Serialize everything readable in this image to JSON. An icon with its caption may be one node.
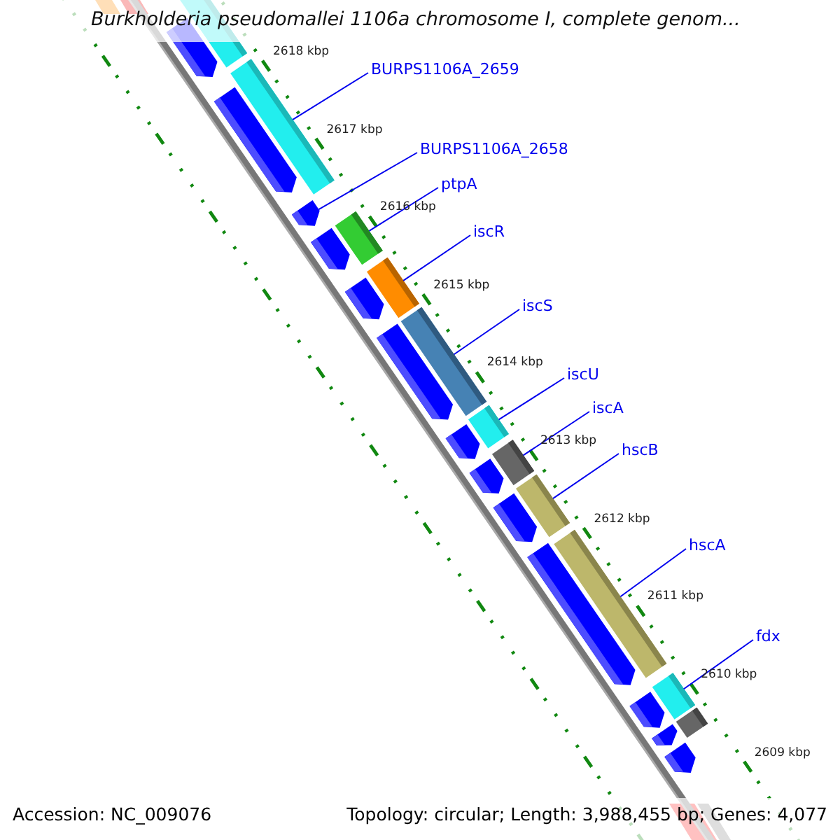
{
  "diagram": {
    "title": "Burkholderia pseudomallei 1106a chromosome I, complete genom...",
    "nodes": [
      {
        "text": [
          "BURPS1106A_2659"
        ]
      },
      {
        "text": [
          "BURPS1106A_2658"
        ]
      },
      {
        "text": [
          "ptpA"
        ]
      },
      {
        "text": [
          "iscR"
        ]
      },
      {
        "text": [
          "iscS"
        ]
      },
      {
        "text": [
          "iscU"
        ]
      },
      {
        "text": [
          "iscA"
        ]
      },
      {
        "text": [
          "hscB"
        ]
      },
      {
        "text": [
          "hscA"
        ]
      },
      {
        "text": [
          "fdx"
        ]
      },
      {
        "text": [],
        "shape": "bar"
      },
      {
        "text": [],
        "shape": "bar"
      },
      {
        "text": [],
        "shape": "bar"
      },
      {
        "text": [],
        "shape": "bar"
      },
      {
        "text": [],
        "shape": "bar"
      },
      {
        "text": [],
        "shape": "bar"
      },
      {
        "text": [],
        "shape": "bar"
      },
      {
        "text": [],
        "shape": "bar"
      },
      {
        "text": [],
        "shape": "bar"
      },
      {
        "text": [],
        "shape": "bar"
      }
    ],
    "edges": [
      {
        "from": 0,
        "to": 10,
        "arrow": "none"
      },
      {
        "from": 1,
        "to": 11,
        "arrow": "none"
      },
      {
        "from": 2,
        "to": 12,
        "arrow": "none"
      },
      {
        "from": 3,
        "to": 13,
        "arrow": "none"
      },
      {
        "from": 4,
        "to": 14,
        "arrow": "none"
      },
      {
        "from": 5,
        "to": 15,
        "arrow": "none"
      },
      {
        "from": 6,
        "to": 16,
        "arrow": "none"
      },
      {
        "from": 7,
        "to": 17,
        "arrow": "none"
      },
      {
        "from": 8,
        "to": 18,
        "arrow": "none"
      },
      {
        "from": 9,
        "to": 19,
        "arrow": "none"
      }
    ],
    "labels": [
      "2618 kbp",
      "2617 kbp",
      "2616 kbp",
      "2615 kbp",
      "2614 kbp",
      "2613 kbp",
      "2612 kbp",
      "2611 kbp",
      "2610 kbp",
      "2609 kbp",
      "Accession: NC_009076",
      "Topology: circular; Length: 3,988,455 bp; Genes: 4,077"
    ]
  }
}
